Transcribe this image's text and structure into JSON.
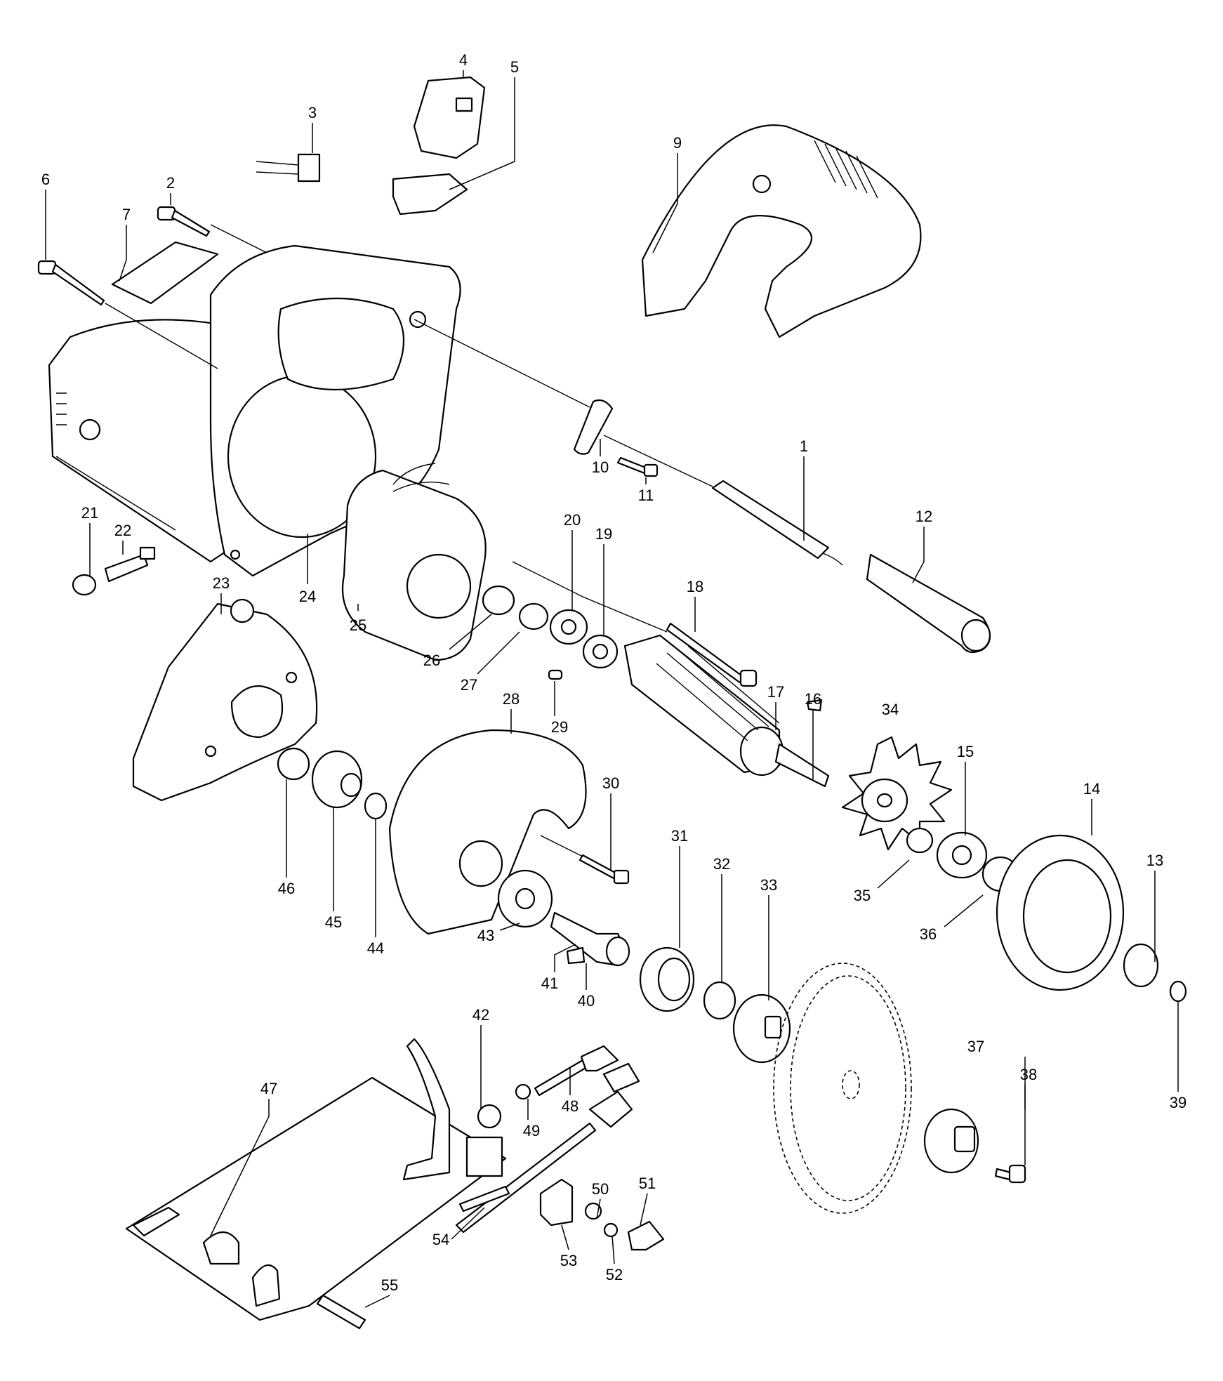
{
  "diagram": {
    "callouts": [
      "1",
      "2",
      "3",
      "4",
      "5",
      "6",
      "7",
      "9",
      "10",
      "11",
      "12",
      "13",
      "14",
      "15",
      "16",
      "17",
      "18",
      "19",
      "20",
      "21",
      "22",
      "23",
      "24",
      "25",
      "26",
      "27",
      "28",
      "29",
      "30",
      "31",
      "32",
      "33",
      "34",
      "35",
      "36",
      "37",
      "38",
      "39",
      "40",
      "41",
      "42",
      "43",
      "44",
      "45",
      "46",
      "47",
      "48",
      "49",
      "50",
      "51",
      "52",
      "53",
      "54",
      "55"
    ]
  },
  "colors": {
    "line": "#000000",
    "background": "#ffffff"
  }
}
